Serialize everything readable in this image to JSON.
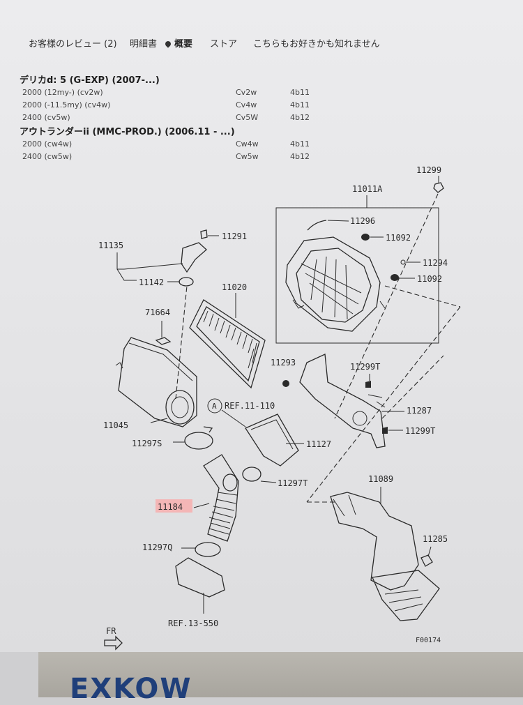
{
  "tabs": [
    {
      "label": "お客様のレビュー (2)"
    },
    {
      "label": "明細書"
    },
    {
      "label": "概要",
      "icon": "location-pin-icon"
    },
    {
      "label": "ストア"
    },
    {
      "label": "こちらもお好きかも知れません"
    }
  ],
  "fitment": {
    "groups": [
      {
        "title": "デリカd: 5 (G-EXP) (2007-...)",
        "rows": [
          {
            "engine": "2000 (12my-) (cv2w)",
            "model": "Cv2w",
            "code": "4b11"
          },
          {
            "engine": "2000 (-11.5my) (cv4w)",
            "model": "Cv4w",
            "code": "4b11"
          },
          {
            "engine": "2400 (cv5w)",
            "model": "Cv5W",
            "code": "4b12"
          }
        ]
      },
      {
        "title": "アウトランダーii (MMC-PROD.) (2006.11 - ...)",
        "rows": [
          {
            "engine": "2000 (cw4w)",
            "model": "Cw4w",
            "code": "4b11"
          },
          {
            "engine": "2400 (cw5w)",
            "model": "Cw5w",
            "code": "4b12"
          }
        ]
      }
    ]
  },
  "diagram": {
    "labels": [
      "11299",
      "11011A",
      "11296",
      "11092",
      "11294",
      "11092",
      "11291",
      "11135",
      "11142",
      "11020",
      "71664",
      "11293",
      "11299T",
      "11287",
      "11299T",
      "11045",
      "REF.11-110",
      "11297S",
      "11127",
      "11297T",
      "11089",
      "11184",
      "11285",
      "11297Q",
      "REF.13-550",
      "FR",
      "F00174"
    ],
    "ref_circle_letter": "A",
    "highlight_color": "#f4b6b6"
  },
  "banner": {
    "text": "EXKOW"
  }
}
